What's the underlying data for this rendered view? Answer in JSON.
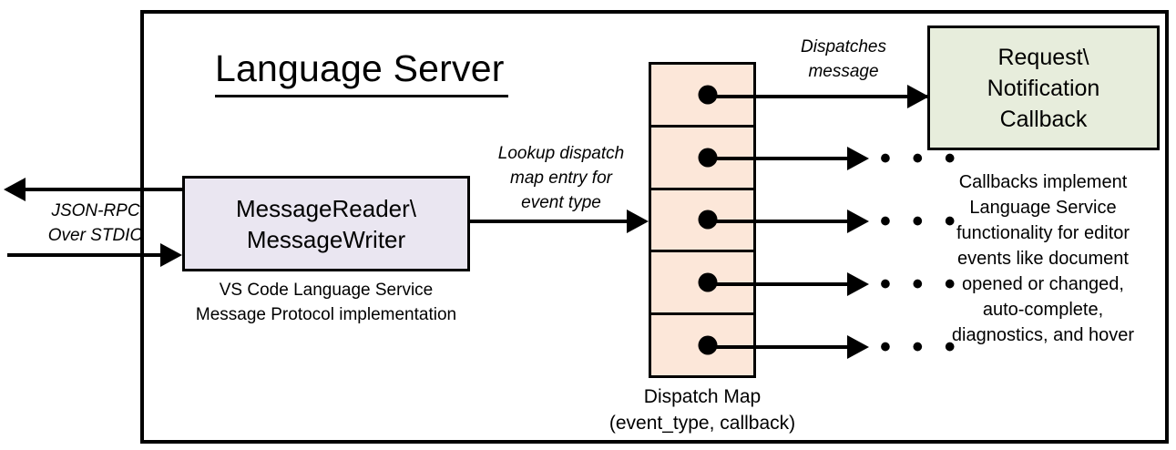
{
  "diagram": {
    "title": "Language Server",
    "boundary_name": "Language Server boundary"
  },
  "transport": {
    "label_line1": "JSON-RPC",
    "label_line2": "Over STDIO",
    "outbound_arrow": "arrow-left",
    "inbound_arrow": "arrow-right"
  },
  "message_io": {
    "line1": "MessageReader\\",
    "line2": "MessageWriter",
    "caption_line1": "VS Code Language Service",
    "caption_line2": "Message Protocol implementation",
    "fill": "#EAE6F1"
  },
  "lookup": {
    "line1": "Lookup dispatch",
    "line2": "map entry for",
    "line3": "event type"
  },
  "dispatch_map": {
    "caption_line1": "Dispatch Map",
    "caption_line2": "(event_type, callback)",
    "fill": "#FCE7D9",
    "rows": [
      {
        "index": 1,
        "marker": "dot",
        "target": "callback"
      },
      {
        "index": 2,
        "marker": "dot",
        "target": "ellipsis",
        "ellipsis": "• • •"
      },
      {
        "index": 3,
        "marker": "dot",
        "target": "ellipsis",
        "ellipsis": "• • •"
      },
      {
        "index": 4,
        "marker": "dot",
        "target": "ellipsis",
        "ellipsis": "• • •"
      },
      {
        "index": 5,
        "marker": "dot",
        "target": "ellipsis",
        "ellipsis": "• • •"
      }
    ]
  },
  "dispatch_message": {
    "line1": "Dispatches",
    "line2": "message"
  },
  "callback": {
    "line1": "Request\\",
    "line2": "Notification",
    "line3": "Callback",
    "fill": "#E7EDDC",
    "caption_line1": "Callbacks implement",
    "caption_line2": "Language Service",
    "caption_line3": "functionality for editor",
    "caption_line4": "events like document",
    "caption_line5": "opened or changed,",
    "caption_line6": "auto-complete,",
    "caption_line7": "diagnostics, and hover"
  },
  "colors": {
    "stroke": "#000000",
    "background": "#FFFFFF"
  }
}
